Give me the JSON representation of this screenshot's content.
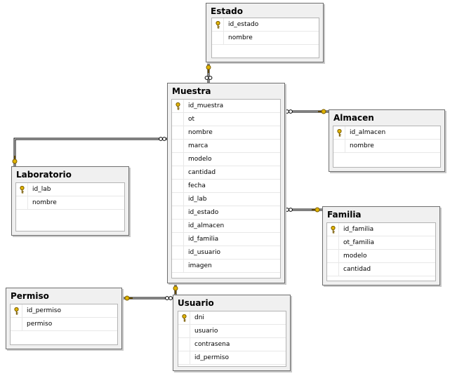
{
  "tables": {
    "estado": {
      "title": "Estado",
      "columns": [
        {
          "name": "id_estado",
          "pk": true
        },
        {
          "name": "nombre",
          "pk": false
        }
      ]
    },
    "muestra": {
      "title": "Muestra",
      "columns": [
        {
          "name": "id_muestra",
          "pk": true
        },
        {
          "name": "ot",
          "pk": false
        },
        {
          "name": "nombre",
          "pk": false
        },
        {
          "name": "marca",
          "pk": false
        },
        {
          "name": "modelo",
          "pk": false
        },
        {
          "name": "cantidad",
          "pk": false
        },
        {
          "name": "fecha",
          "pk": false
        },
        {
          "name": "id_lab",
          "pk": false
        },
        {
          "name": "id_estado",
          "pk": false
        },
        {
          "name": "id_almacen",
          "pk": false
        },
        {
          "name": "id_familia",
          "pk": false
        },
        {
          "name": "id_usuario",
          "pk": false
        },
        {
          "name": "imagen",
          "pk": false
        }
      ]
    },
    "almacen": {
      "title": "Almacen",
      "columns": [
        {
          "name": "id_almacen",
          "pk": true
        },
        {
          "name": "nombre",
          "pk": false
        }
      ]
    },
    "laboratorio": {
      "title": "Laboratorio",
      "columns": [
        {
          "name": "id_lab",
          "pk": true
        },
        {
          "name": "nombre",
          "pk": false
        }
      ]
    },
    "familia": {
      "title": "Familia",
      "columns": [
        {
          "name": "id_familia",
          "pk": true
        },
        {
          "name": "ot_familia",
          "pk": false
        },
        {
          "name": "modelo",
          "pk": false
        },
        {
          "name": "cantidad",
          "pk": false
        }
      ]
    },
    "permiso": {
      "title": "Permiso",
      "columns": [
        {
          "name": "id_permiso",
          "pk": true
        },
        {
          "name": "permiso",
          "pk": false
        }
      ]
    },
    "usuario": {
      "title": "Usuario",
      "columns": [
        {
          "name": "dni",
          "pk": true
        },
        {
          "name": "usuario",
          "pk": false
        },
        {
          "name": "contrasena",
          "pk": false
        },
        {
          "name": "id_permiso",
          "pk": false
        }
      ]
    }
  },
  "relationships": [
    {
      "from": "muestra",
      "to": "estado"
    },
    {
      "from": "muestra",
      "to": "almacen"
    },
    {
      "from": "muestra",
      "to": "laboratorio"
    },
    {
      "from": "muestra",
      "to": "familia"
    },
    {
      "from": "usuario",
      "to": "muestra"
    },
    {
      "from": "usuario",
      "to": "permiso"
    }
  ],
  "colors": {
    "line": "#000000",
    "key_gold": "#e0b400",
    "key_outline": "#7a5c00"
  }
}
